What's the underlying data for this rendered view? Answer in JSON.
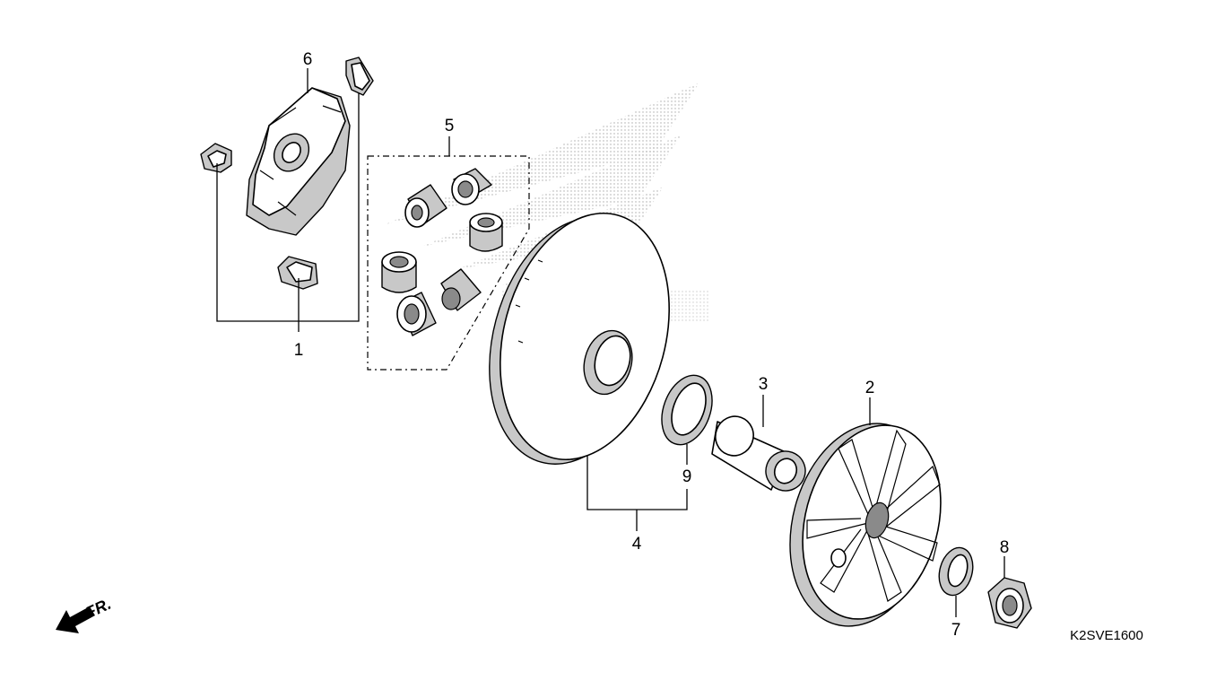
{
  "diagram": {
    "labels": {
      "p1": "1",
      "p2": "2",
      "p3": "3",
      "p4": "4",
      "p5": "5",
      "p6": "6",
      "p7": "7",
      "p8": "8",
      "p9": "9"
    },
    "front_indicator": "FR.",
    "drawing_code": "K2SVE1600",
    "colors": {
      "line": "#000000",
      "shade": "#c8c8c8",
      "dark_shade": "#8a8a8a",
      "watermark": "#b0b0b0"
    },
    "watermark_logo": "honda-wing-logo"
  }
}
